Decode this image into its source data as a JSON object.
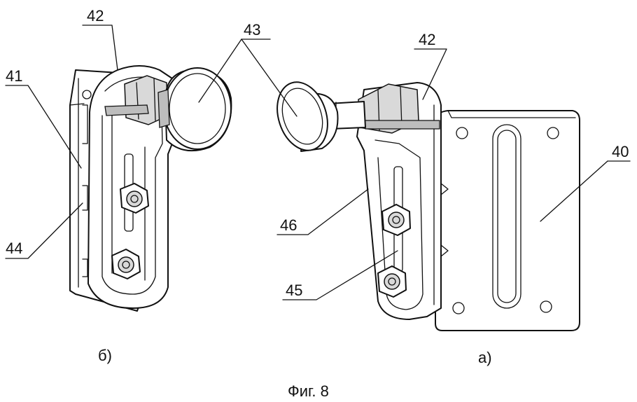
{
  "labels": {
    "l42_left": "42",
    "l41": "41",
    "l44": "44",
    "l43": "43",
    "l42_right": "42",
    "l40": "40",
    "l46": "46",
    "l45": "45"
  },
  "views": {
    "left": "б)",
    "right": "a)"
  },
  "caption": "Фиг. 8"
}
